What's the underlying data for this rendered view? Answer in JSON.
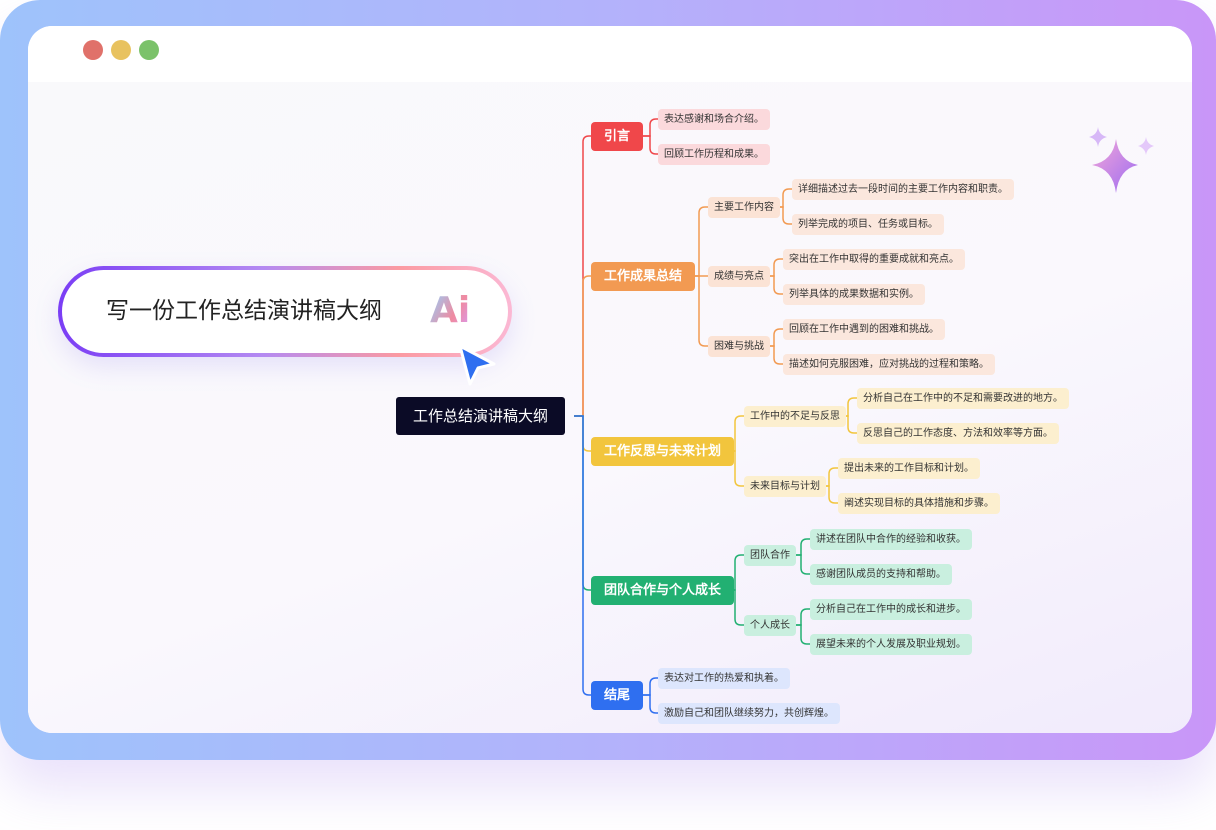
{
  "window": {
    "controls": [
      "close",
      "minimize",
      "maximize"
    ],
    "colors": {
      "close": "#e0716a",
      "minimize": "#e8c25f",
      "maximize": "#7bc26a"
    }
  },
  "prompt": {
    "text": "写一份工作总结演讲稿大纲",
    "ai_badge": "Ai",
    "icon": "ai-sparkle-icon",
    "cursor_icon": "cursor-arrow-icon"
  },
  "mindmap": {
    "root": "工作总结演讲稿大纲",
    "branches": [
      {
        "label": "引言",
        "color": "#f0474a",
        "leaf_bg": "#fbd9dc",
        "leaves": [
          "表达感谢和场合介绍。",
          "回顾工作历程和成果。"
        ]
      },
      {
        "label": "工作成果总结",
        "color": "#f29a52",
        "sub_bg": "#fbe3d5",
        "leaf_bg": "#fbe7dd",
        "subs": [
          {
            "label": "主要工作内容",
            "leaves": [
              "详细描述过去一段时间的主要工作内容和职责。",
              "列举完成的项目、任务或目标。"
            ]
          },
          {
            "label": "成绩与亮点",
            "leaves": [
              "突出在工作中取得的重要成就和亮点。",
              "列举具体的成果数据和实例。"
            ]
          },
          {
            "label": "困难与挑战",
            "leaves": [
              "回顾在工作中遇到的困难和挑战。",
              "描述如何克服困难，应对挑战的过程和策略。"
            ]
          }
        ]
      },
      {
        "label": "工作反思与未来计划",
        "color": "#f2c53d",
        "sub_bg": "#fcefcf",
        "leaf_bg": "#fcefcf",
        "subs": [
          {
            "label": "工作中的不足与反思",
            "leaves": [
              "分析自己在工作中的不足和需要改进的地方。",
              "反思自己的工作态度、方法和效率等方面。"
            ]
          },
          {
            "label": "未来目标与计划",
            "leaves": [
              "提出未来的工作目标和计划。",
              "阐述实现目标的具体措施和步骤。"
            ]
          }
        ]
      },
      {
        "label": "团队合作与个人成长",
        "color": "#22b072",
        "sub_bg": "#c9efdf",
        "leaf_bg": "#c9efdf",
        "subs": [
          {
            "label": "团队合作",
            "leaves": [
              "讲述在团队中合作的经验和收获。",
              "感谢团队成员的支持和帮助。"
            ]
          },
          {
            "label": "个人成长",
            "leaves": [
              "分析自己在工作中的成长和进步。",
              "展望未来的个人发展及职业规划。"
            ]
          }
        ]
      },
      {
        "label": "结尾",
        "color": "#2f6ff0",
        "leaf_bg": "#dde6fd",
        "leaves": [
          "表达对工作的热爱和执着。",
          "激励自己和团队继续努力，共创辉煌。"
        ]
      }
    ]
  }
}
